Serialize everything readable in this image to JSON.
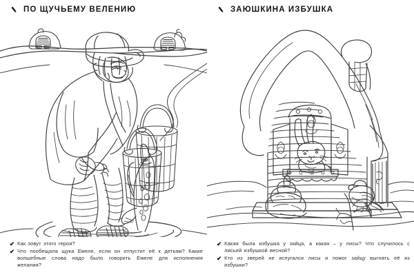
{
  "document": {
    "type": "coloring-activity-page",
    "background_color": "#ffffff",
    "line_color": "#3a3a3a",
    "text_color": "#2b2b2b"
  },
  "panels": [
    {
      "id": "panel-left",
      "icon": "pencil-icon",
      "title": "ПО ЩУЧЬЕМУ ВЕЛЕНИЮ",
      "illustration": {
        "name": "emelya-and-pike-scene",
        "description": "Мальчик Емеля в шапке и шубе наклонился над прорубью, рядом два деревянных ведра, из проруби выпрыгивает щука; на заднем плане заснеженные избы",
        "elements": [
          "emelya-boy",
          "winter-hat",
          "fur-coat",
          "leg-wrappings",
          "bast-shoes",
          "wooden-bucket-left",
          "wooden-bucket-right",
          "pike-fish",
          "ice-hole",
          "snow-hill",
          "background-hut-left",
          "background-hut-right"
        ]
      },
      "questions": [
        {
          "check": "✔",
          "text": "Как зовут этого героя?"
        },
        {
          "check": "✔",
          "text": "Что пообещала щука Емеле, если он отпустит её к деткам? Какие волшебные слова надо было говорить Емеле для исполнения желания?"
        }
      ]
    },
    {
      "id": "panel-right",
      "icon": "pencil-icon",
      "title": "ЗАЮШКИНА ИЗБУШКА",
      "illustration": {
        "name": "hare-hut-scene",
        "description": "Заснеженная бревенчатая избушка с трубой, в окне сидит заяц; рядом крыльцо с дверью, ёлочка в снегу и снегирь на ветке",
        "elements": [
          "log-cabin",
          "snow-covered-roof",
          "brick-chimney",
          "chimney-snow-cap",
          "window-with-shutters",
          "hare",
          "porch-steps",
          "wooden-door",
          "door-handle",
          "small-fir-tree",
          "bullfinch-bird",
          "bare-twig",
          "snow-drifts"
        ]
      },
      "questions": [
        {
          "check": "✔",
          "text": "Какая была избушка у зайца, а какая – у лисы? Что случилось с лисьей избушкой весной?"
        },
        {
          "check": "✔",
          "text": "Кто из зверей не испугался лисы и помог зайцу выгнать её из избушки?"
        }
      ]
    }
  ]
}
